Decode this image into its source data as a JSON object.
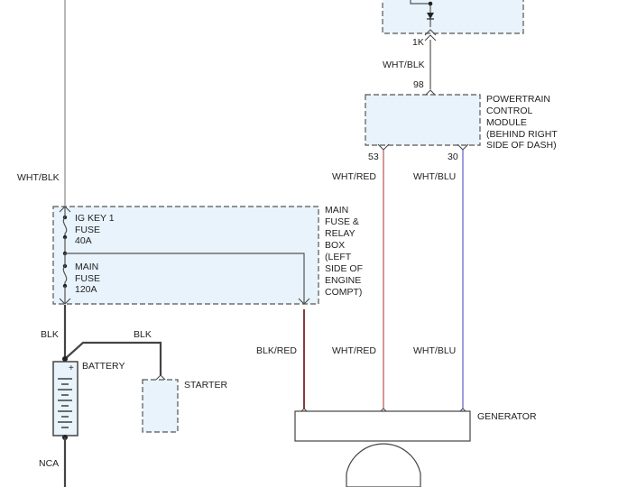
{
  "colors": {
    "box_fill": "#e8f3fb",
    "wire_gray": "#555555",
    "wire_red": "#c0504d",
    "wire_blue": "#5a5fc8",
    "wire_brown_red": "#8b3a3a",
    "wire_black": "#444444"
  },
  "labels": {
    "top_pin": "1K",
    "top_wire": "WHT/BLK",
    "pcm_pin_98": "98",
    "pcm_pin_53": "53",
    "pcm_pin_30": "30",
    "pcm_wire_53": "WHT/RED",
    "pcm_wire_30": "WHT/BLU",
    "left_wire": "WHT/BLK",
    "fuse_box_out_wire": "BLK/RED",
    "gen_wire_red": "WHT/RED",
    "gen_wire_blu": "WHT/BLU",
    "battery_pos_wire": "BLK",
    "starter_wire": "BLK",
    "battery_neg_wire": "NCA"
  },
  "pcm": {
    "name_lines": [
      "POWERTRAIN",
      "CONTROL",
      "MODULE",
      "(BEHIND RIGHT",
      "SIDE OF DASH)"
    ]
  },
  "fuse_box": {
    "name_lines": [
      "MAIN",
      "FUSE &",
      "RELAY",
      "BOX",
      "(LEFT",
      "SIDE OF",
      "ENGINE",
      "COMPT)"
    ],
    "fuse1_lines": [
      "IG KEY 1",
      "FUSE",
      "40A"
    ],
    "fuse2_lines": [
      "MAIN",
      "FUSE",
      "120A"
    ]
  },
  "battery": {
    "label": "BATTERY",
    "plus": "+"
  },
  "starter": {
    "label": "STARTER"
  },
  "generator": {
    "label": "GENERATOR"
  }
}
